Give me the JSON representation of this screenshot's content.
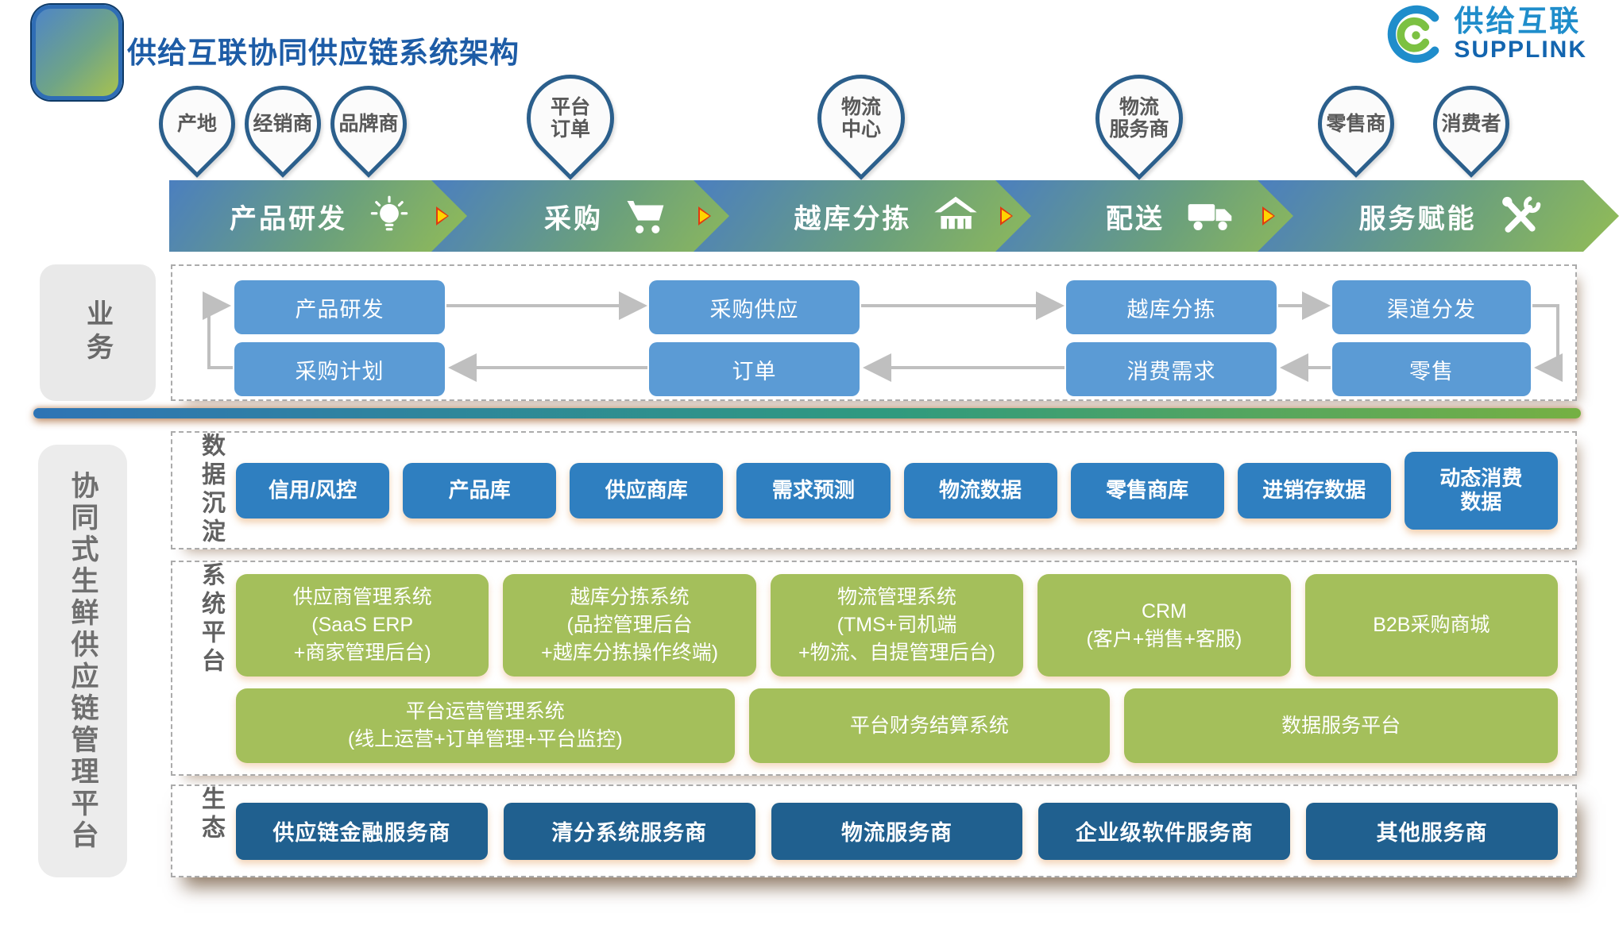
{
  "header": {
    "title": "供给互联协同供应链系统架构",
    "logo_cn": "供给互联",
    "logo_en": "SUPPLINK"
  },
  "pins": [
    {
      "label": "产地"
    },
    {
      "label": "经销商"
    },
    {
      "label": "品牌商"
    },
    {
      "label": "平台\n订单"
    },
    {
      "label": "物流\n中心"
    },
    {
      "label": "物流\n服务商"
    },
    {
      "label": "零售商"
    },
    {
      "label": "消费者"
    }
  ],
  "process_arrows": [
    {
      "label": "产品研发",
      "icon": "lightbulb-icon"
    },
    {
      "label": "采购",
      "icon": "cart-icon"
    },
    {
      "label": "越库分拣",
      "icon": "warehouse-icon"
    },
    {
      "label": "配送",
      "icon": "truck-icon"
    },
    {
      "label": "服务赋能",
      "icon": "tools-icon"
    }
  ],
  "business": {
    "label": "业务",
    "top_row": [
      "产品研发",
      "采购供应",
      "越库分拣",
      "渠道分发"
    ],
    "bottom_row": [
      "采购计划",
      "订单",
      "消费需求",
      "零售"
    ]
  },
  "data_layer": {
    "label": "数据沉淀",
    "items": [
      "信用/风控",
      "产品库",
      "供应商库",
      "需求预测",
      "物流数据",
      "零售商库",
      "进销存数据",
      "动态消费\n数据"
    ]
  },
  "platform_layer": {
    "label": "系统平台",
    "row1": [
      "供应商管理系统\n(SaaS ERP\n+商家管理后台)",
      "越库分拣系统\n(品控管理后台\n+越库分拣操作终端)",
      "物流管理系统\n(TMS+司机端\n+物流、自提管理后台)",
      "CRM\n(客户+销售+客服)",
      "B2B采购商城"
    ],
    "row2": [
      "平台运营管理系统\n(线上运营+订单管理+平台监控)",
      "平台财务结算系统",
      "数据服务平台"
    ]
  },
  "eco_layer": {
    "label": "生态",
    "items": [
      "供应链金融服务商",
      "清分系统服务商",
      "物流服务商",
      "企业级软件服务商",
      "其他服务商"
    ]
  },
  "sidebar": {
    "label": "协同式生鲜供应链管理平台"
  },
  "colors": {
    "title_blue": "#1d5ca6",
    "business_box": "#5b9bd5",
    "data_box": "#2f7fc0",
    "platform_box": "#a4bf5b",
    "eco_box": "#20608f",
    "divider_start": "#2e74b5",
    "divider_end": "#76b043"
  }
}
